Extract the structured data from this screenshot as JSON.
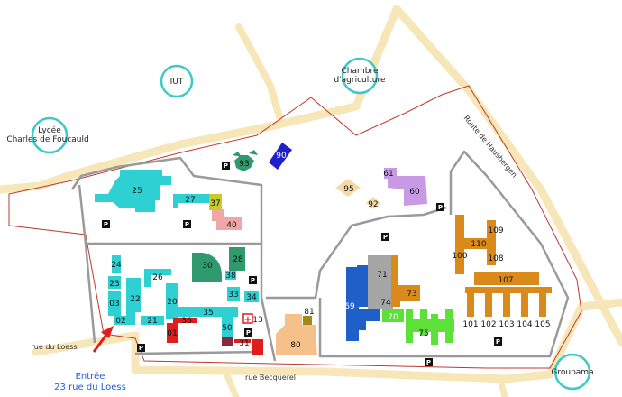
{
  "colors": {
    "road": "#f7e6b8",
    "boundary": "#c0392b",
    "path": "#9a9a9a",
    "cyan": "#2fd0d2",
    "red": "#e01c1c",
    "darkred": "#8b2a3e",
    "pink": "#f0a6a6",
    "yellow": "#c9c92a",
    "green": "#2e9a6e",
    "navy": "#2020c8",
    "blue": "#1f5fc8",
    "gray": "#a5a5a5",
    "orange": "#d98a1a",
    "lime": "#5ee03a",
    "lavender": "#c89ae6",
    "peach": "#f5c08a",
    "olive": "#a08a1a",
    "landmark_ring": "#3ec9c9",
    "entrance": "#1f5fd6",
    "arrow": "#e01c1c",
    "parking": "#111111"
  },
  "landmarks": {
    "iut": "IUT",
    "chambre_1": "Chambre",
    "chambre_2": "d'agriculture",
    "lycee_1": "Lycée",
    "lycee_2": "Charles de Foucauld",
    "groupama": "Groupama"
  },
  "streets": {
    "loess": "rue du Loess",
    "becquerel": "rue Becquerel",
    "hausbergen": "Route de Hausbergen"
  },
  "entrance": {
    "line1": "Entrée",
    "line2": "23 rue du Loess"
  },
  "parking_label": "P",
  "first_aid": "+",
  "buildings": {
    "b01": "01",
    "b02": "02",
    "b03": "03",
    "b13": "13",
    "b20": "20",
    "b21": "21",
    "b22": "22",
    "b23": "23",
    "b24": "24",
    "b25": "25",
    "b26": "26",
    "b27": "27",
    "b28": "28",
    "b30": "30",
    "b31": "31",
    "b33": "33",
    "b34": "34",
    "b35": "35",
    "b36": "36",
    "b37": "37",
    "b38": "38",
    "b40": "40",
    "b50": "50",
    "b60": "60",
    "b61": "61",
    "b69": "69",
    "b70": "70",
    "b71": "71",
    "b73": "73",
    "b74": "74",
    "b75": "75",
    "b80": "80",
    "b81": "81",
    "b90": "90",
    "b92": "92",
    "b93": "93",
    "b95": "95",
    "b100": "100",
    "b101": "101",
    "b102": "102",
    "b103": "103",
    "b104": "104",
    "b105": "105",
    "b107": "107",
    "b108": "108",
    "b109": "109",
    "b110": "110"
  }
}
